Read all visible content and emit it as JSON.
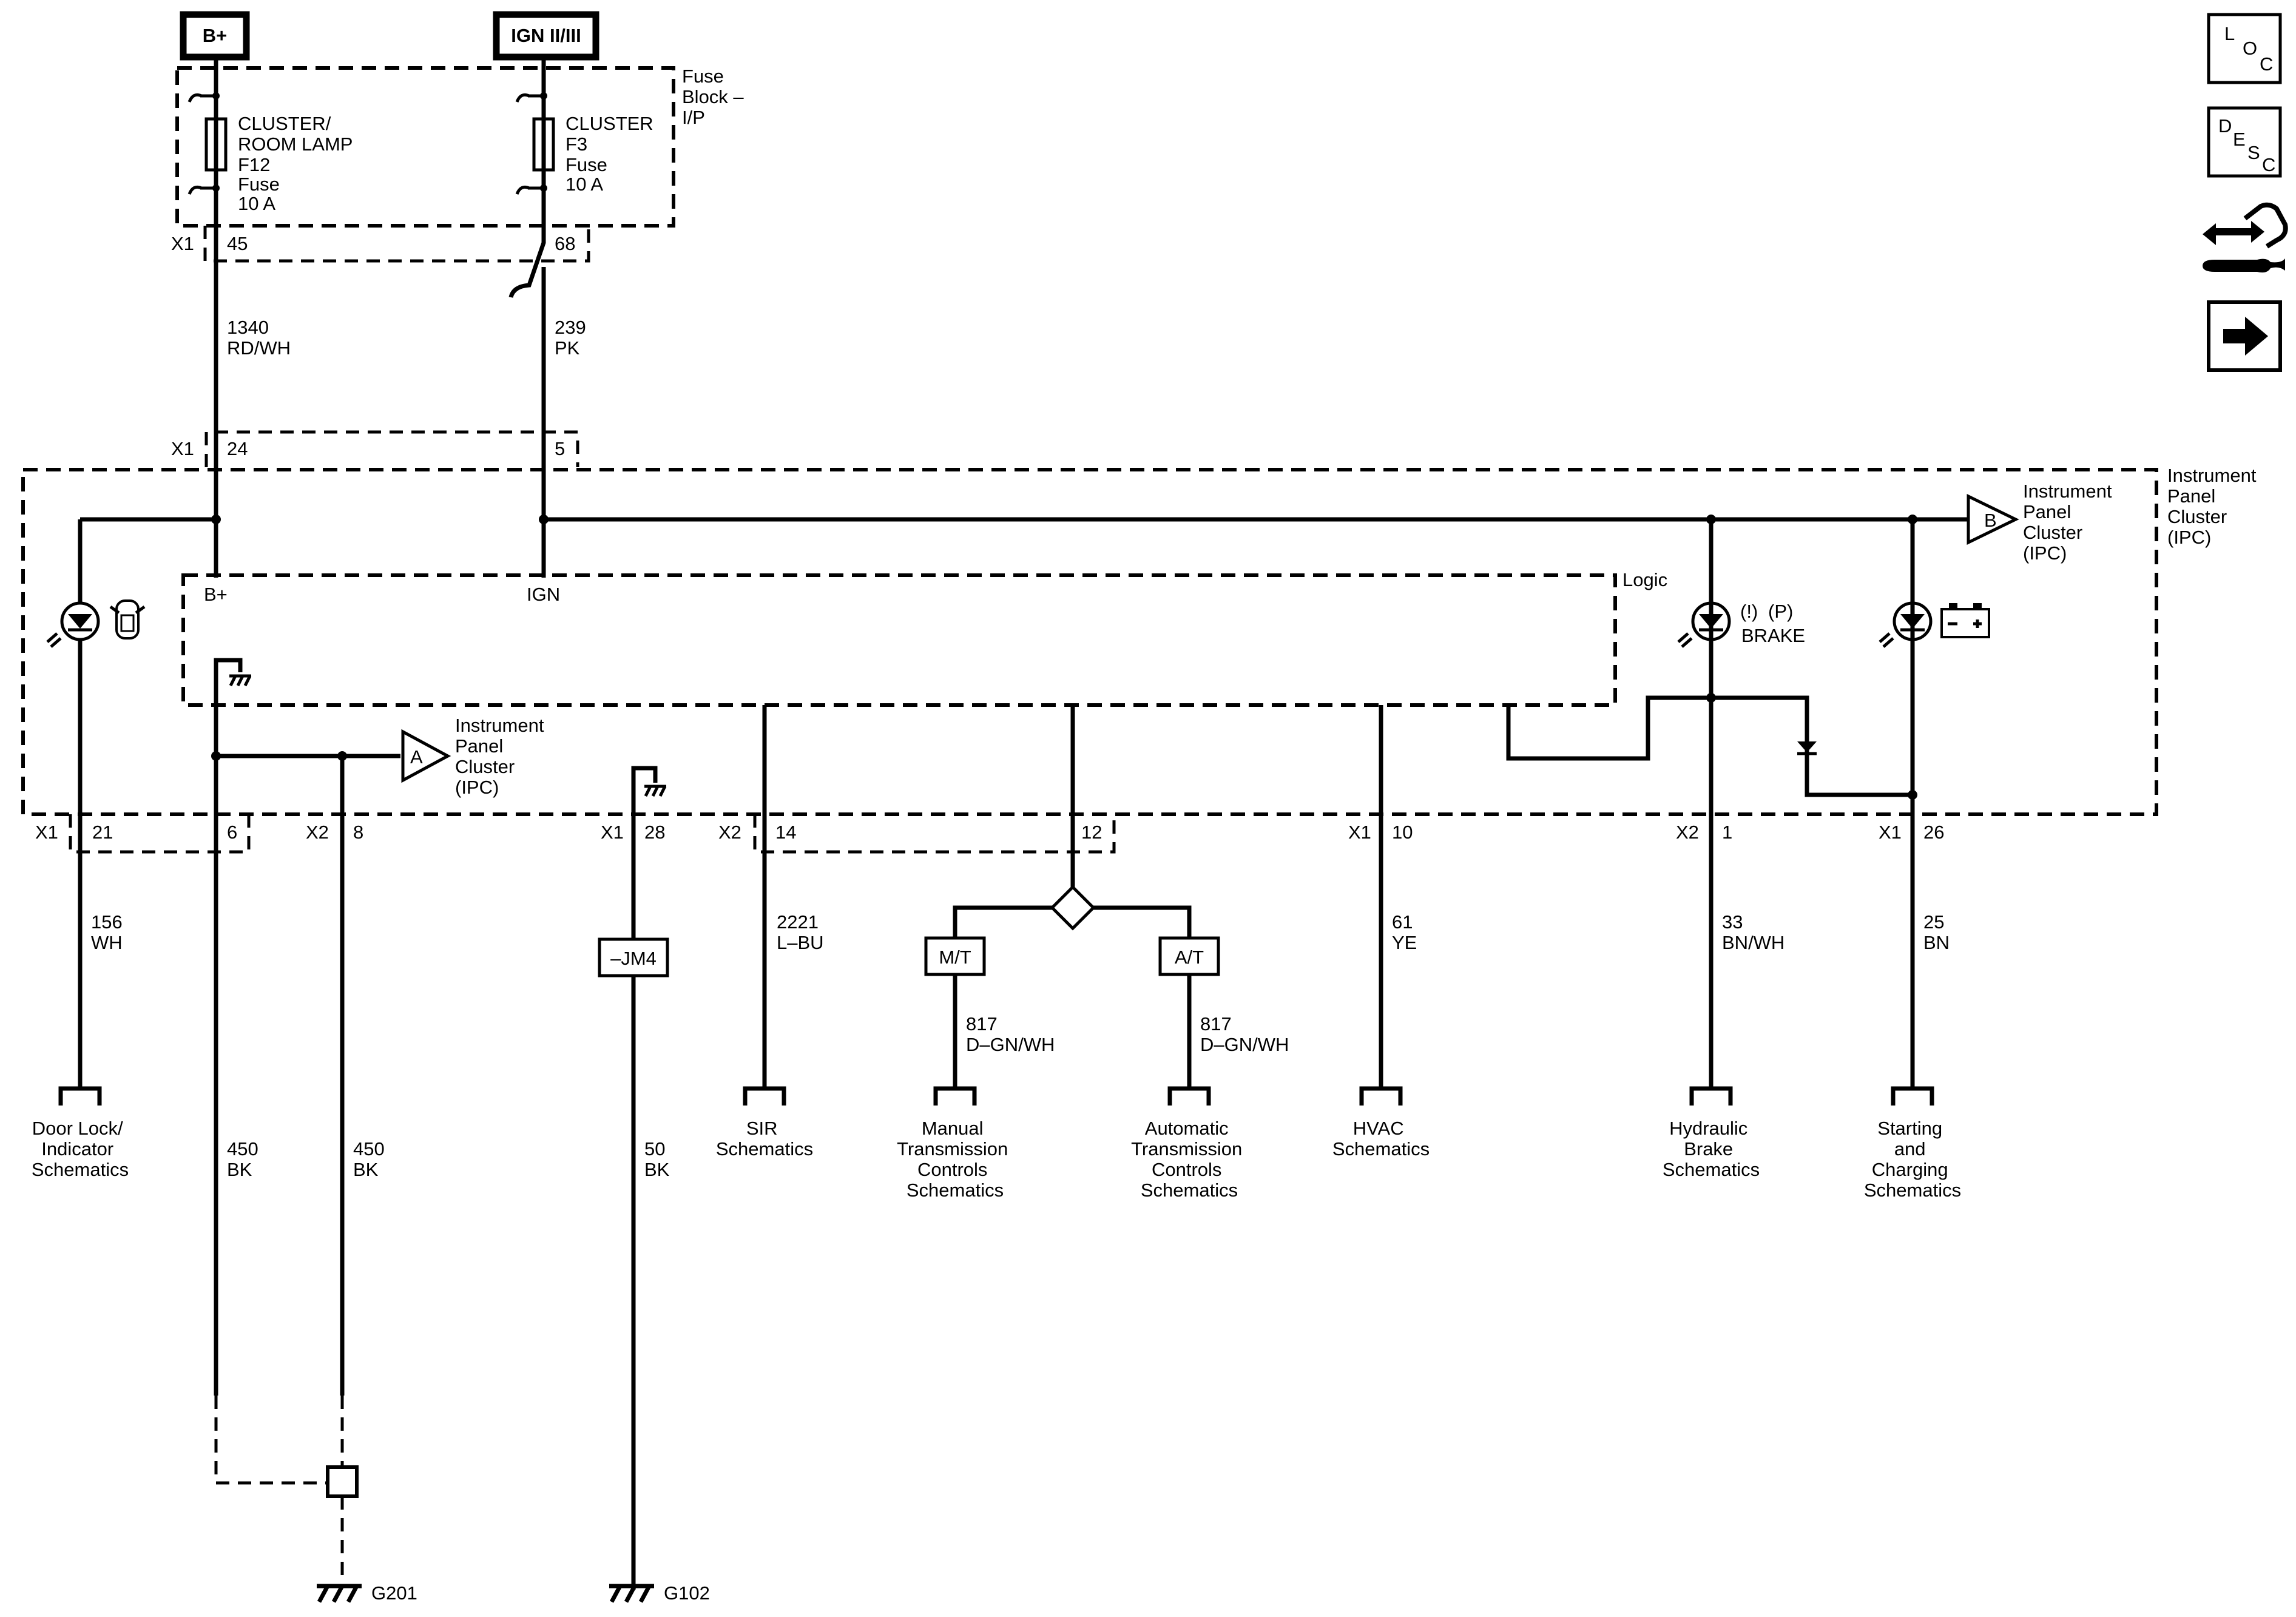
{
  "power": {
    "bplus": "B+",
    "ign": "IGN II/III"
  },
  "fuse_block": {
    "title_lines": [
      "Fuse",
      "Block –",
      "I/P"
    ],
    "fuse1_lines": [
      "CLUSTER/",
      "ROOM LAMP",
      "F12",
      "Fuse",
      "10 A"
    ],
    "fuse2_lines": [
      "CLUSTER",
      "F3",
      "Fuse",
      "10 A"
    ]
  },
  "connectors": {
    "x1": "X1",
    "x2": "X2",
    "p45": "45",
    "p68": "68",
    "p24": "24",
    "p5": "5",
    "p21": "21",
    "p6": "6",
    "p8": "8",
    "p28": "28",
    "p14": "14",
    "p12": "12",
    "p10": "10",
    "p1": "1",
    "p26": "26"
  },
  "wires": {
    "w1340": [
      "1340",
      "RD/WH"
    ],
    "w239": [
      "239",
      "PK"
    ],
    "w156": [
      "156",
      "WH"
    ],
    "w450a": [
      "450",
      "BK"
    ],
    "w450b": [
      "450",
      "BK"
    ],
    "w50": [
      "50",
      "BK"
    ],
    "w2221": [
      "2221",
      "L–BU"
    ],
    "w817a": [
      "817",
      "D–GN/WH"
    ],
    "w817b": [
      "817",
      "D–GN/WH"
    ],
    "w61": [
      "61",
      "YE"
    ],
    "w33": [
      "33",
      "BN/WH"
    ],
    "w25": [
      "25",
      "BN"
    ]
  },
  "ipc": {
    "title_lines": [
      "Instrument",
      "Panel",
      "Cluster",
      "(IPC)"
    ],
    "logic": "Logic",
    "bplus_label": "B+",
    "ign_label": "IGN",
    "brake_label": "BRAKE",
    "brake_icons": [
      "(!)",
      "(P)"
    ],
    "ref_a": {
      "letter": "A",
      "lines": [
        "Instrument",
        "Panel",
        "Cluster",
        "(IPC)"
      ]
    },
    "ref_b": {
      "letter": "B",
      "lines": [
        "Instrument",
        "Panel",
        "Cluster",
        "(IPC)"
      ]
    }
  },
  "options": {
    "jm4": "–JM4",
    "mt": "M/T",
    "at": "A/T"
  },
  "destinations": {
    "door_lock": [
      "Door Lock/",
      "Indicator",
      "Schematics"
    ],
    "sir": [
      "SIR",
      "Schematics"
    ],
    "manual": [
      "Manual",
      "Transmission",
      "Controls",
      "Schematics"
    ],
    "automatic": [
      "Automatic",
      "Transmission",
      "Controls",
      "Schematics"
    ],
    "hvac": [
      "HVAC",
      "Schematics"
    ],
    "hydraulic": [
      "Hydraulic",
      "Brake",
      "Schematics"
    ],
    "starting": [
      "Starting",
      "and",
      "Charging",
      "Schematics"
    ]
  },
  "grounds": {
    "g201": "G201",
    "g102": "G102"
  },
  "nav": {
    "loc": [
      "L",
      "O",
      "C"
    ],
    "desc": [
      "D",
      "E",
      "S",
      "C"
    ]
  }
}
